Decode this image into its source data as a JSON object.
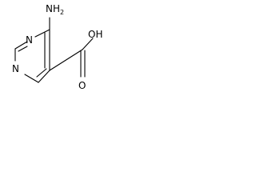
{
  "molecule": {
    "atoms": {
      "amine_label": "NH",
      "amine_subscript": "2",
      "hydroxyl_label": "OH",
      "carbonyl_oxygen_label": "O",
      "ring_nitrogen_3_label": "N",
      "ring_nitrogen_1_label": "N"
    },
    "colors": {
      "bond": "#000000",
      "text": "#000000",
      "background": "#ffffff"
    }
  }
}
